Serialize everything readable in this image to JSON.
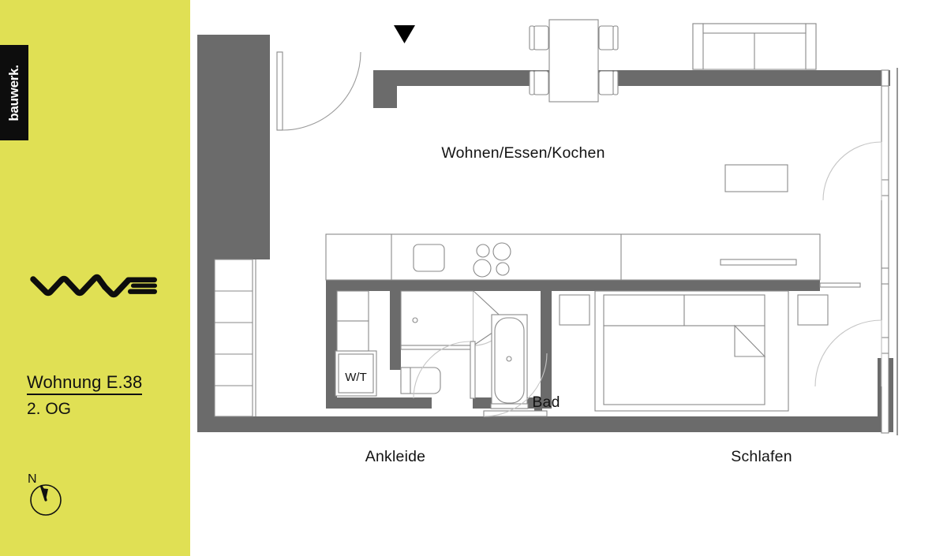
{
  "sidebar": {
    "background_color": "#E0E054",
    "brand": {
      "name": "bauwerk.",
      "box_color": "#0d0d0d",
      "text_color": "#ffffff"
    },
    "project_logo": {
      "icon": "wave-logo",
      "alt": "wave"
    },
    "unit": {
      "title": "Wohnung E.38",
      "floor": "2. OG"
    },
    "compass": {
      "icon": "north-arrow-icon",
      "label": "N"
    }
  },
  "plan": {
    "wall_color": "#6B6B6B",
    "furniture_stroke": "#8a8a8a",
    "text_color": "#131313",
    "background": "#ffffff",
    "entry_marker": {
      "icon": "entrance-triangle-icon",
      "color": "#000000"
    },
    "rooms": [
      {
        "id": "wohnen",
        "label": "Wohnen/Essen/Kochen"
      },
      {
        "id": "bad",
        "label": "Bad"
      },
      {
        "id": "ankleide",
        "label": "Ankleide"
      },
      {
        "id": "schlafen",
        "label": "Schlafen"
      }
    ],
    "fixtures": [
      {
        "id": "wt",
        "label": "W/T",
        "name": "washer-dryer"
      },
      {
        "id": "dining-table",
        "label": "",
        "name": "dining-table"
      },
      {
        "id": "dining-chairs",
        "label": "",
        "name": "dining-chairs",
        "count": 4
      },
      {
        "id": "sofa",
        "label": "",
        "name": "sofa"
      },
      {
        "id": "coffee-table",
        "label": "",
        "name": "coffee-table"
      },
      {
        "id": "kitchen-counter",
        "label": "",
        "name": "kitchen-counter"
      },
      {
        "id": "sink",
        "label": "",
        "name": "kitchen-sink"
      },
      {
        "id": "hob",
        "label": "",
        "name": "cooktop-four-burner"
      },
      {
        "id": "shower",
        "label": "",
        "name": "shower"
      },
      {
        "id": "toilet",
        "label": "",
        "name": "toilet"
      },
      {
        "id": "bathtub",
        "label": "",
        "name": "bathtub"
      },
      {
        "id": "bed",
        "label": "",
        "name": "double-bed"
      },
      {
        "id": "nightstands",
        "label": "",
        "name": "nightstands",
        "count": 2
      },
      {
        "id": "wardrobe",
        "label": "",
        "name": "wardrobe",
        "compartments": 5
      }
    ]
  }
}
